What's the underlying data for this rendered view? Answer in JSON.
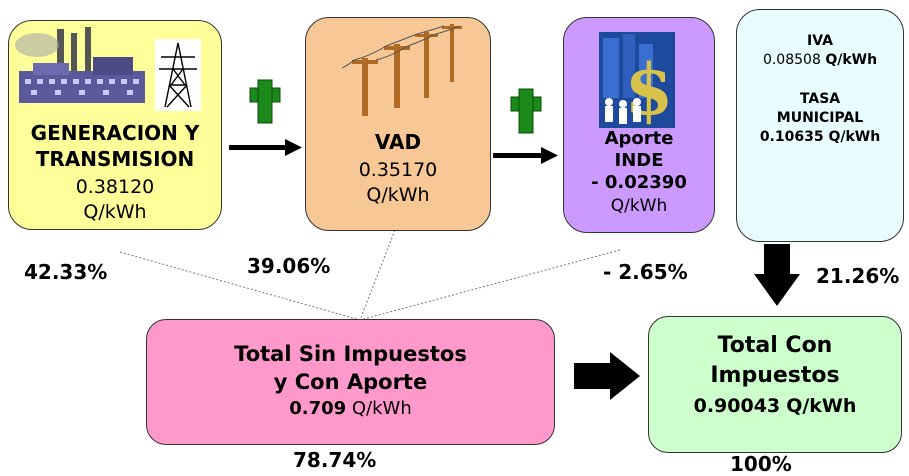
{
  "colors": {
    "generacion_box": "#ffff99",
    "vad_box": "#f8c796",
    "aporte_box": "#cc99ff",
    "iva_box": "#e8fbff",
    "total_sin_box": "#ff99cc",
    "total_con_box": "#ccffcc",
    "plus": "#1a8a1a"
  },
  "icons": {
    "generacion": [
      "factory-icon",
      "transmission-tower-icon"
    ],
    "vad": "power-lines-icon",
    "aporte": "dollar-workers-icon"
  },
  "generacion": {
    "title_line1": "GENERACION Y",
    "title_line2": "TRANSMISION",
    "value": "0.38120",
    "unit": "Q/kWh",
    "percent": "42.33%"
  },
  "vad": {
    "title": "VAD",
    "value": "0.35170",
    "unit": "Q/kWh",
    "percent": "39.06%"
  },
  "aporte": {
    "title_line1": "Aporte",
    "title_line2": "INDE",
    "value": "- 0.02390",
    "unit": "Q/kWh",
    "percent": "- 2.65%"
  },
  "impuestos": {
    "iva_label": "IVA",
    "iva_value": "0.08508",
    "iva_unit": "Q/kWh",
    "tasa_line1": "TASA",
    "tasa_line2": "MUNICIPAL",
    "tasa_value": "0.10635 Q/kWh",
    "percent": "21.26%"
  },
  "total_sin": {
    "line1": "Total Sin Impuestos",
    "line2": "y Con Aporte",
    "value": "0.709",
    "unit": "Q/kWh",
    "percent": "78.74%"
  },
  "total_con": {
    "line1": "Total Con",
    "line2": "Impuestos",
    "value": "0.90043",
    "unit": "Q/kWh",
    "percent": "100%"
  }
}
